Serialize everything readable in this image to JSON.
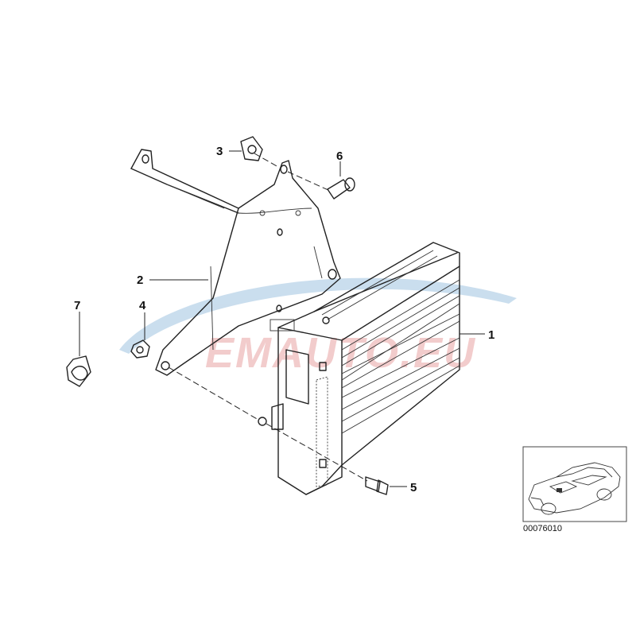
{
  "callouts": {
    "part_1": "1",
    "part_2": "2",
    "part_3": "3",
    "part_4": "4",
    "part_5": "5",
    "part_6": "6",
    "part_7": "7"
  },
  "inset": {
    "reference_number": "00076010"
  },
  "watermark": {
    "text": "EMAUTO.EU"
  },
  "colors": {
    "line": "#222222",
    "watermark_blue": "#9fc3e0",
    "watermark_red": "#e8a3a3"
  }
}
